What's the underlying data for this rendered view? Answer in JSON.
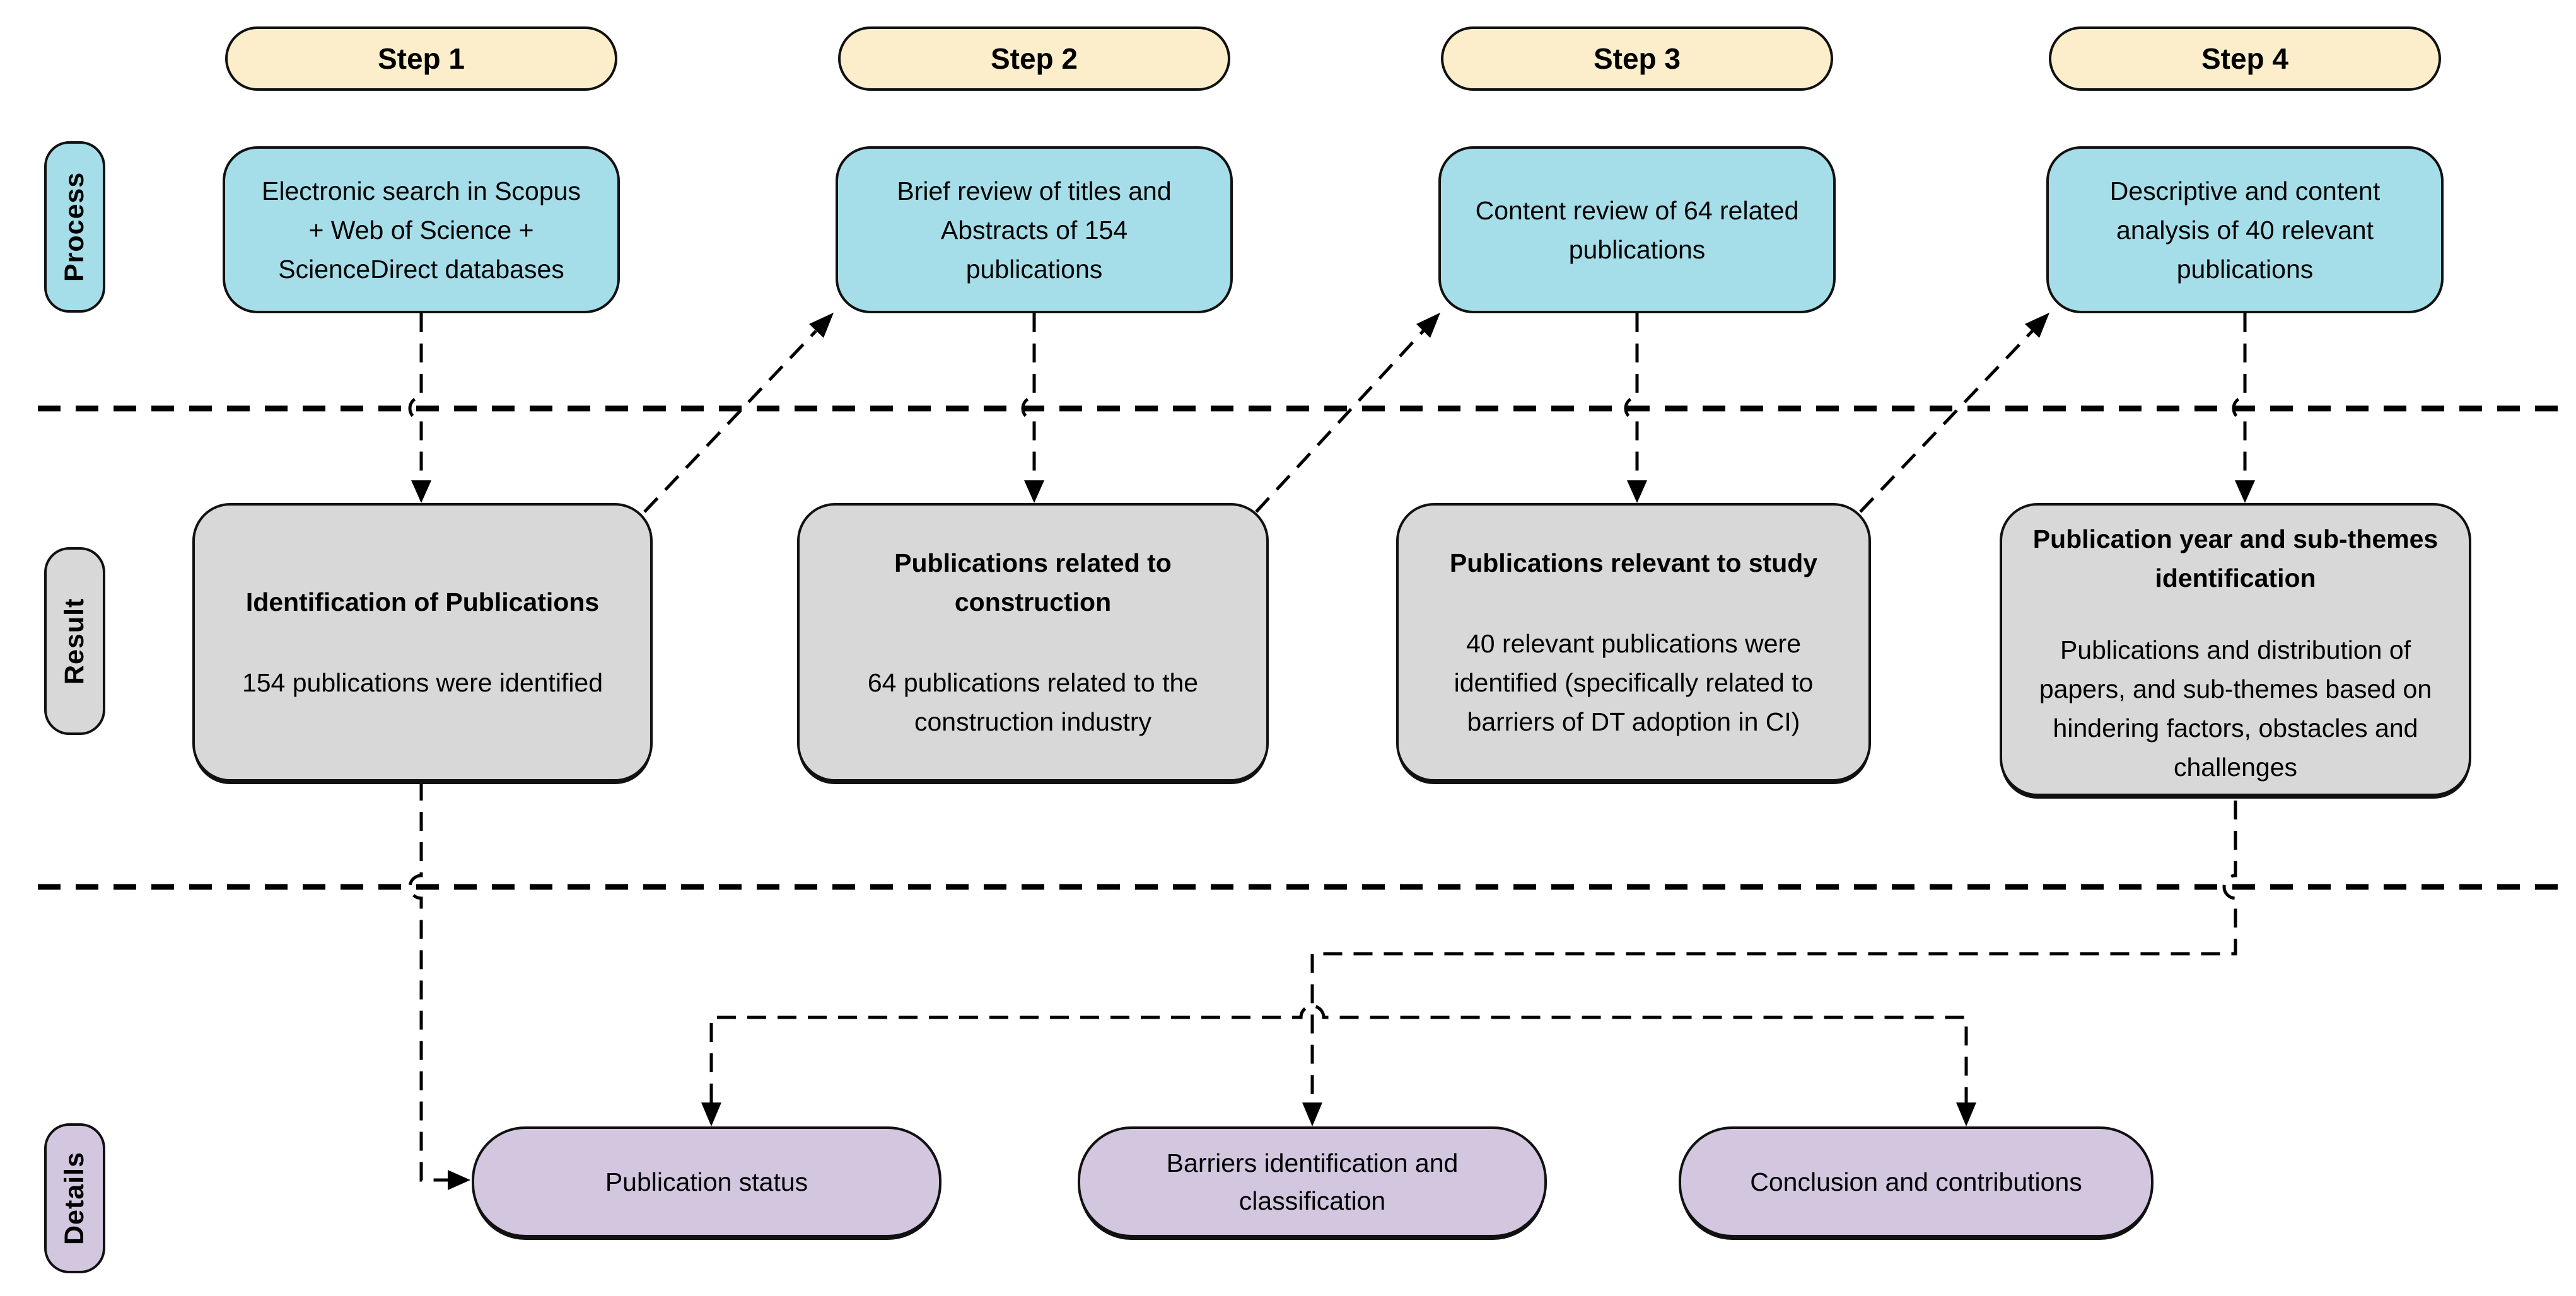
{
  "figure": {
    "type": "flowchart",
    "description": "Four-step literature review methodology flow with Process, Result and Details lanes separated by dashed divider lines"
  },
  "colors": {
    "step_fill": "#FCEECB",
    "process_fill": "#A5DEE8",
    "result_fill": "#D8D8D8",
    "details_fill": "#D2C7DF",
    "line": "#000000",
    "background": "#FFFFFF"
  },
  "steps": [
    {
      "label": "Step 1"
    },
    {
      "label": "Step 2"
    },
    {
      "label": "Step 3"
    },
    {
      "label": "Step 4"
    }
  ],
  "row_labels": {
    "process": "Process",
    "result": "Result",
    "details": "Details"
  },
  "process_boxes": [
    {
      "text": "Electronic search in Scopus + Web of Science + ScienceDirect databases"
    },
    {
      "text": "Brief review of titles and Abstracts of 154 publications"
    },
    {
      "text": "Content review of 64 related publications"
    },
    {
      "text": "Descriptive and content analysis of 40 relevant publications"
    }
  ],
  "result_boxes": [
    {
      "title": "Identification of Publications",
      "body": "154 publications were identified"
    },
    {
      "title": "Publications related to construction",
      "body": "64 publications related to the construction industry"
    },
    {
      "title": "Publications relevant to study",
      "body": "40 relevant publications were identified (specifically related to barriers of DT adoption in CI)"
    },
    {
      "title": "Publication year and sub-themes identification",
      "body": "Publications and distribution of papers, and sub-themes based on hindering factors, obstacles and challenges"
    }
  ],
  "detail_boxes": [
    {
      "text": "Publication status"
    },
    {
      "text": "Barriers identification and classification"
    },
    {
      "text": "Conclusion and contributions"
    }
  ]
}
